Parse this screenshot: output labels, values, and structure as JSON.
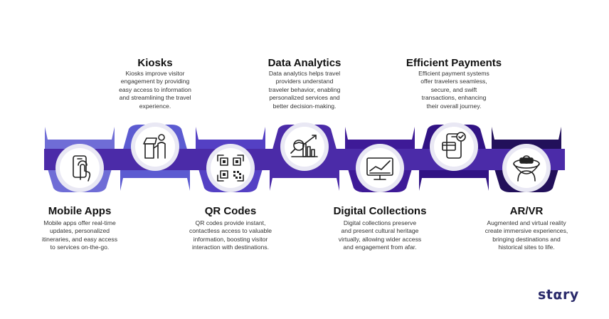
{
  "colors": {
    "band": [
      "#6f6dd6",
      "#5c5bd1",
      "#5440c4",
      "#4b2ba8",
      "#3e1a97",
      "#311384",
      "#22105a"
    ],
    "icon_stroke": "#222222",
    "logo_text": "#2a2a6a",
    "logo_dot": "#6b5de0"
  },
  "steps": [
    {
      "title": "Mobile Apps",
      "icon": "smartphone-touch-icon",
      "position": "bottom",
      "desc": [
        "Mobile apps offer real-time",
        "updates, personalized",
        "itineraries, and easy access",
        "to services on-the-go."
      ]
    },
    {
      "title": "Kiosks",
      "icon": "kiosk-person-icon",
      "position": "top",
      "desc": [
        "Kiosks improve visitor",
        "engagement by providing",
        "easy access to information",
        "and streamlining the travel",
        "experience."
      ]
    },
    {
      "title": "QR Codes",
      "icon": "qr-code-icon",
      "position": "bottom",
      "desc": [
        "QR codes provide instant,",
        "contactless access to valuable",
        "information, boosting visitor",
        "interaction with destinations."
      ]
    },
    {
      "title": "Data Analytics",
      "icon": "analytics-chart-icon",
      "position": "top",
      "desc": [
        "Data analytics helps travel",
        "providers understand",
        "traveler behavior, enabling",
        "personalized services and",
        "better decision-making."
      ]
    },
    {
      "title": "Digital Collections",
      "icon": "monitor-chart-icon",
      "position": "bottom",
      "desc": [
        "Digital collections preserve",
        "and present cultural heritage",
        "virtually, allowing wider access",
        "and engagement from afar."
      ]
    },
    {
      "title": "Efficient Payments",
      "icon": "mobile-payment-icon",
      "position": "top",
      "desc": [
        "Efficient payment systems",
        "offer travelers seamless,",
        "secure, and swift",
        "transactions, enhancing",
        "their overall journey."
      ]
    },
    {
      "title": "AR/VR",
      "icon": "vr-headset-icon",
      "position": "bottom",
      "desc": [
        "Augmented and virtual reality",
        "create immersive experiences,",
        "bringing destinations and",
        "historical sites to life."
      ]
    }
  ],
  "brand": {
    "logo_text": "stαry"
  }
}
